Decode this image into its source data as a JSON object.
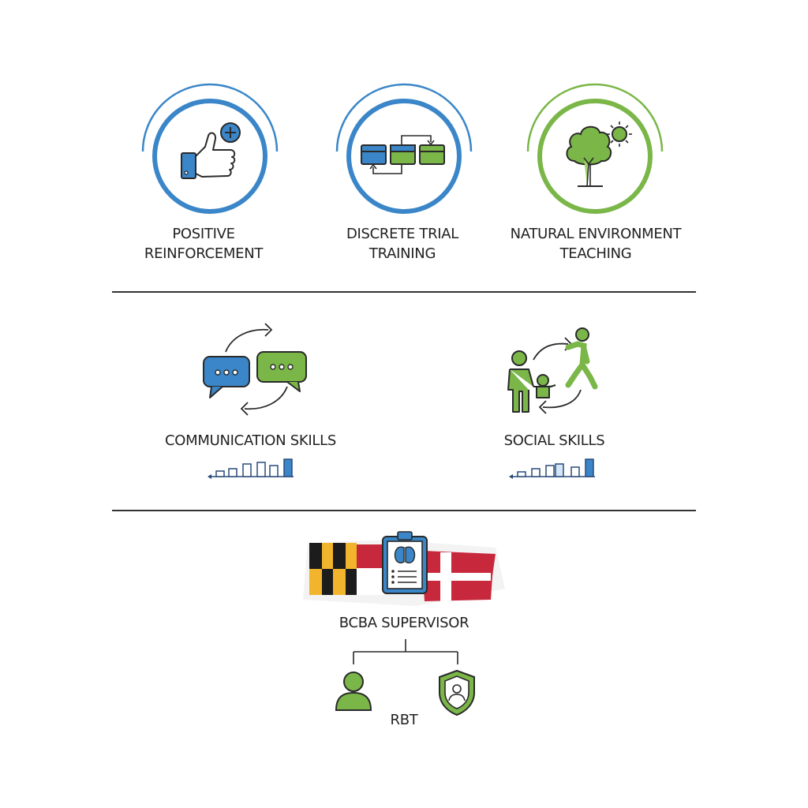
{
  "colors": {
    "blue": "#3a86c8",
    "green": "#7ab648",
    "dark": "#2a2a2a",
    "md_red": "#c8283c",
    "md_gold": "#f2b42c"
  },
  "methods": [
    {
      "icon": "thumbs-up-plus-icon",
      "line1": "POSITIVE",
      "line2": "REINFORCEMENT",
      "ring": "blue"
    },
    {
      "icon": "trial-cards-icon",
      "line1": "DISCRETE TRIAL",
      "line2": "TRAINING",
      "ring": "blue"
    },
    {
      "icon": "tree-sun-icon",
      "line1": "NATURAL ENVIRONMENT",
      "line2": "TEACHING",
      "ring": "green"
    }
  ],
  "skills": [
    {
      "icon": "chat-bubbles-icon",
      "label": "COMMUNICATION SKILLS",
      "bars": [
        1,
        2,
        3,
        4,
        3,
        5
      ],
      "highlight": 5
    },
    {
      "icon": "people-interaction-icon",
      "label": "SOCIAL SKILLS",
      "bars": [
        1,
        2,
        3,
        4,
        3,
        5
      ],
      "highlight": 5
    }
  ],
  "supervision": {
    "flag": "maryland-flag",
    "clipboard": "clipboard-brain-icon",
    "supervisor_label": "BCBA SUPERVISOR",
    "rbt_label": "RBT",
    "left_icon": "person-icon",
    "right_icon": "shield-person-icon"
  }
}
